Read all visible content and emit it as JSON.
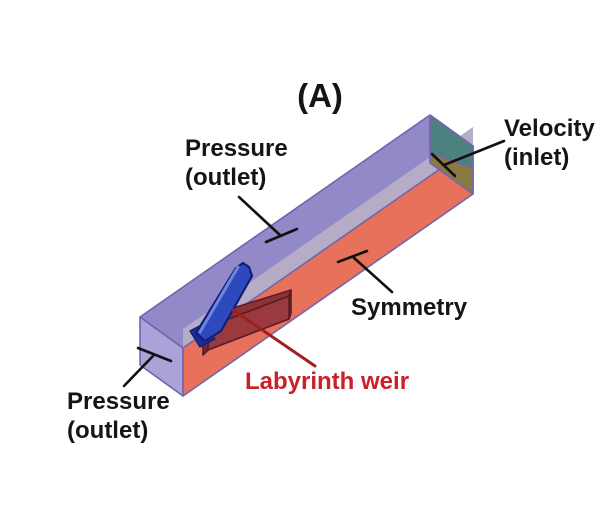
{
  "figure": {
    "panel_label": "(A)",
    "labels": {
      "pressure_outlet_top": {
        "line1": "Pressure",
        "line2": "(outlet)"
      },
      "velocity_inlet": {
        "line1": "Velocity",
        "line2": "(inlet)"
      },
      "symmetry": "Symmetry",
      "labyrinth_weir": "Labyrinth weir",
      "pressure_outlet_bottom": {
        "line1": "Pressure",
        "line2": "(outlet)"
      }
    },
    "colors": {
      "background": "#ffffff",
      "top_face_purple": "#9189c8",
      "left_end_face_purple": "#aaa2d8",
      "inner_strip_lavender": "#b6acc5",
      "front_face_orange": "#e7715a",
      "inlet_face_teal": "#4d817f",
      "inlet_face_olive": "#8b7942",
      "edge_outline_purple": "#7165ad",
      "weir_plate_blue": "#2d49bc",
      "weir_plate_blue_dark": "#1c2c94",
      "weir_plate_highlight": "#6d86e0",
      "weir_box_red_front": "#9a3a3e",
      "weir_box_red_top": "#8e3236",
      "weir_box_red_end": "#7d2b31",
      "weir_box_red_left": "#702832",
      "weir_box_outline": "#5a1c24",
      "leader_line_black": "#111111",
      "leader_line_red": "#9e2025",
      "label_text_black": "#151515",
      "label_text_red": "#ca2128"
    }
  }
}
